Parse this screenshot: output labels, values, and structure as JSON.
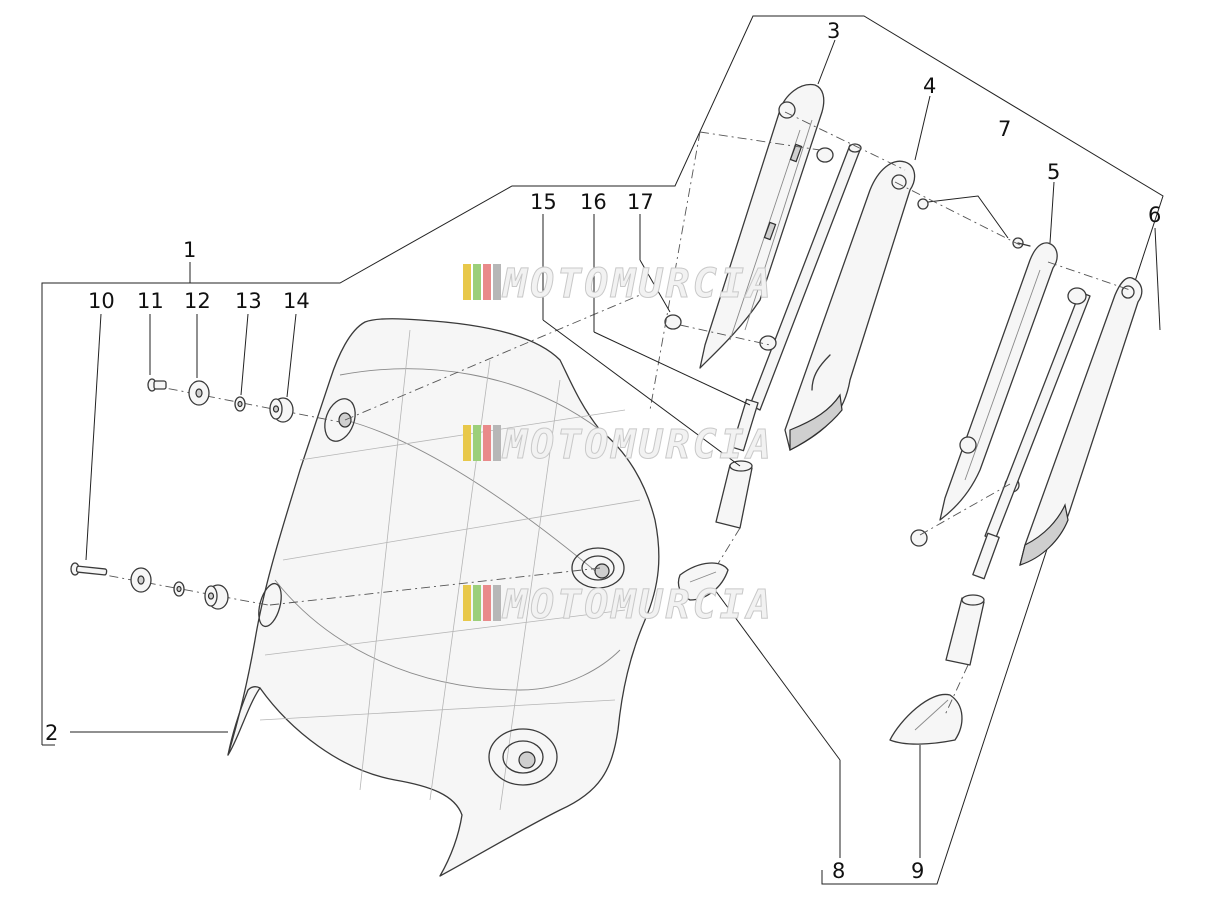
{
  "diagram": {
    "callouts": [
      "1",
      "2",
      "3",
      "4",
      "5",
      "6",
      "7",
      "8",
      "9",
      "10",
      "11",
      "12",
      "13",
      "14",
      "15",
      "16",
      "17"
    ],
    "watermark": "MOTOMURCIA",
    "watermark_colors": [
      "#e8c84a",
      "#9ccf7a",
      "#e98a8a",
      "#b7b7b7"
    ]
  }
}
